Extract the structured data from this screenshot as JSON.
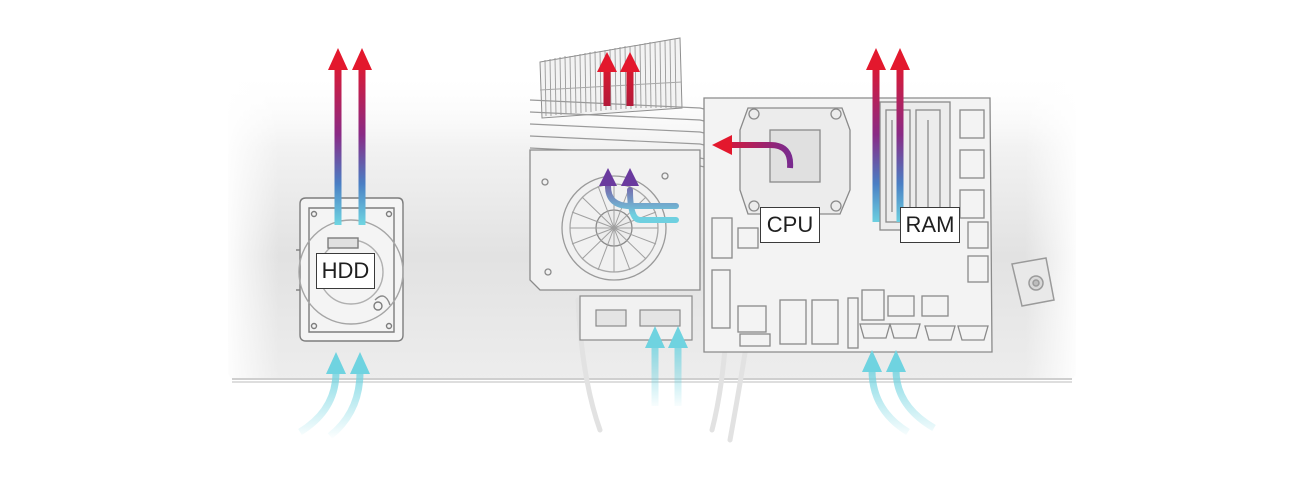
{
  "labels": {
    "hdd": "HDD",
    "cpu": "CPU",
    "ram": "RAM"
  },
  "colors": {
    "hot_air": "#e3182d",
    "mid_air": "#7a2a8e",
    "cool_air": "#5fd0de",
    "line_art": "#8d8d8d",
    "chassis": "#e6e6e6"
  }
}
